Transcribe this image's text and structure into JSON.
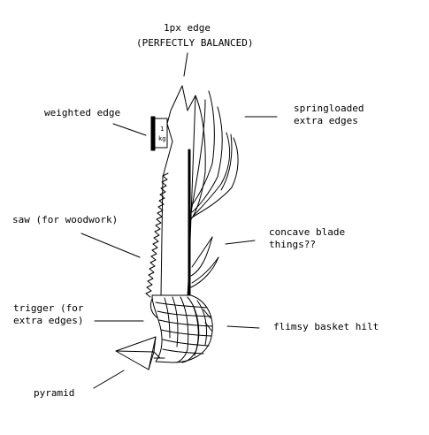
{
  "labels": {
    "edge_top_line1": "1px edge",
    "edge_top_line2": "(PERFECTLY BALANCED)",
    "weighted": "weighted edge",
    "spring_line1": "springloaded",
    "spring_line2": "extra edges",
    "saw": "saw (for woodwork)",
    "concave_line1": "concave blade",
    "concave_line2": "things??",
    "trigger_line1": "trigger (for",
    "trigger_line2": "extra edges)",
    "basket": "flimsy basket hilt",
    "pyramid": "pyramid"
  },
  "weight_marks": {
    "top": "1",
    "bottom": "kg"
  },
  "colors": {
    "ink": "#000000",
    "paper": "#ffffff"
  }
}
